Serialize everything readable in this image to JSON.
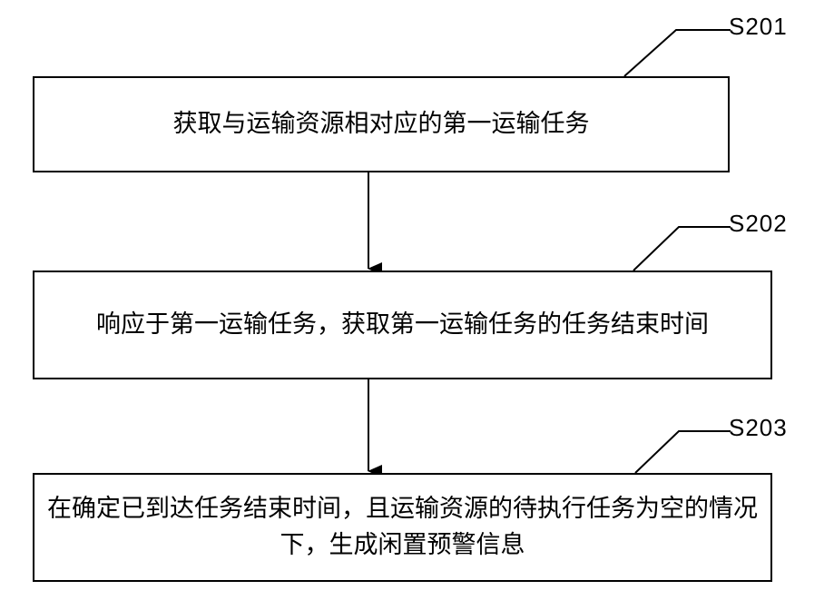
{
  "steps": [
    {
      "label": "S201",
      "text": "获取与运输资源相对应的第一运输任务"
    },
    {
      "label": "S202",
      "text": "响应于第一运输任务，获取第一运输任务的任务结束时间"
    },
    {
      "label": "S203",
      "text": "在确定已到达任务结束时间，且运输资源的待执行任务为空的情况下，生成闲置预警信息"
    }
  ],
  "colors": {
    "line": "#000000",
    "background": "#ffffff"
  }
}
